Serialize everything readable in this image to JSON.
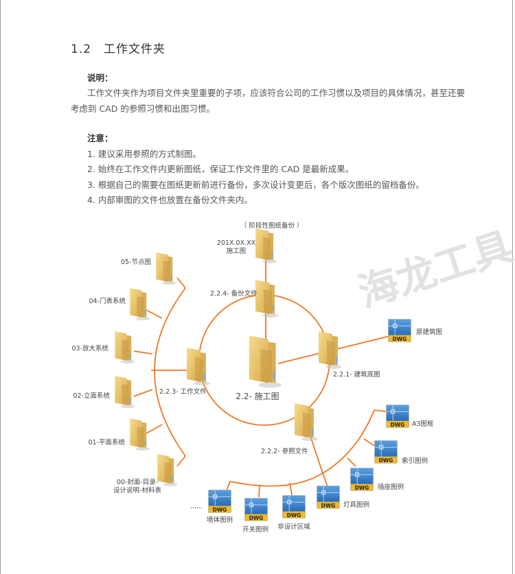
{
  "section": {
    "number": "1.2",
    "title": "工作文件夹"
  },
  "description": {
    "heading": "说明：",
    "lines": [
      "工作文件夹作为项目文件夹里重要的子项，应该符合公司的工作习惯以及项目的具体情况，甚至还要",
      "考虑到 CAD 的参照习惯和出图习惯。"
    ]
  },
  "notes": {
    "heading": "注意：",
    "items": [
      "1. 建议采用参照的方式制图。",
      "2. 始终在工作文件内更新图纸，保证工作文件里的 CAD 是最新成果。",
      "3. 根据自己的需要在图纸更新前进行备份，多次设计变更后，各个版次图纸的留档备份。",
      "4. 内部审图的文件也放置在备份文件夹内。"
    ]
  },
  "diagram": {
    "center": "2.2- 施工图",
    "backup_note": "（ 阶段性图纸备份 ）",
    "backup_sub": [
      "201X.0X.XX",
      "施工图"
    ],
    "backup": "2.2.4- 备份文件",
    "base": "2.2.1- 建筑底图",
    "base_file": "原建筑图",
    "working": "2.2.3- 工作文件",
    "working_children": [
      "05-节点图",
      "04-门表系统",
      "03-放大系统",
      "02-立面系统",
      "01-平面系统",
      "00-封面-目录-",
      "设计说明-材料表"
    ],
    "reference": "2.2.2- 参照文件",
    "reference_files": [
      "A3图框",
      "索引图例",
      "插座图例",
      "灯具图例",
      "非设计区域",
      "开关图例",
      "墙体图例"
    ],
    "ellipsis": "......",
    "dwg_badge": "DWG",
    "line_color": "#ee7722",
    "folder_color": "#e8c06a"
  },
  "watermark": "海龙工具"
}
